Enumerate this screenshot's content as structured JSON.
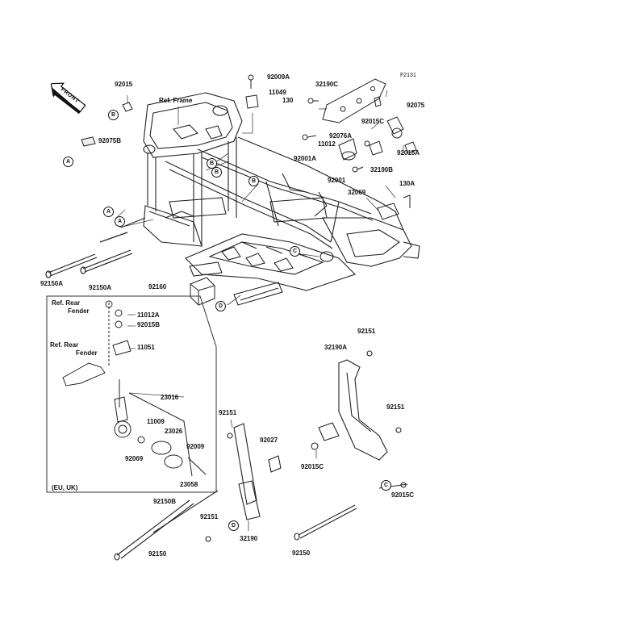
{
  "figure_code": "F2131",
  "front_arrow": "FRONT",
  "ref_labels": {
    "frame": "Ref. Frame",
    "rear_fender_1_a": "Ref. Rear",
    "rear_fender_1_b": "Fender",
    "rear_fender_2_a": "Ref. Rear",
    "rear_fender_2_b": "Fender",
    "eu_uk": "(EU, UK)"
  },
  "parts": [
    "92015",
    "92075B",
    "92009A",
    "11049",
    "32190C",
    "130",
    "92075",
    "92015C",
    "92076A",
    "11012",
    "92001A",
    "32190B",
    "92015A",
    "92001",
    "32069",
    "130A",
    "92150A",
    "92150A",
    "92160",
    "11012A",
    "92015B",
    "11051",
    "23016",
    "11009",
    "23026",
    "92069",
    "92009",
    "23058",
    "32190A",
    "92151",
    "92151",
    "92151",
    "92027",
    "92015C",
    "92015C",
    "92150B",
    "92151",
    "92150",
    "32190",
    "92150"
  ],
  "callouts": {
    "a": "A",
    "b": "B",
    "c": "C",
    "d": "D"
  }
}
